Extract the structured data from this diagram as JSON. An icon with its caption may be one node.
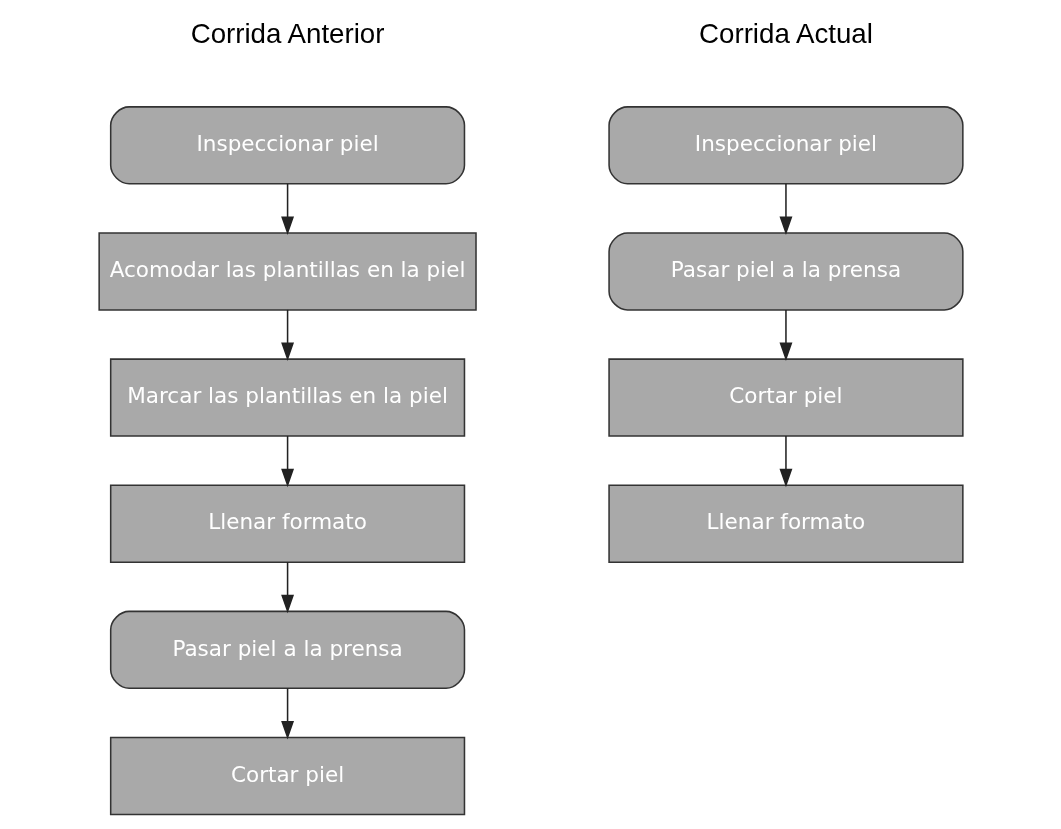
{
  "diagram": {
    "nodes": [
      {
        "text": [
          "Inspeccionar piel"
        ]
      },
      {
        "text": [
          "Acomodar las plantillas en la piel"
        ]
      },
      {
        "text": [
          "Marcar las plantillas en la piel"
        ]
      },
      {
        "text": [
          "Llenar formato"
        ]
      },
      {
        "text": [
          "Pasar piel a la prensa"
        ]
      },
      {
        "text": [
          "Cortar piel"
        ]
      },
      {
        "text": [
          "Inspeccionar piel"
        ]
      },
      {
        "text": [
          "Pasar piel a la prensa"
        ]
      },
      {
        "text": [
          "Cortar piel"
        ]
      },
      {
        "text": [
          "Llenar formato"
        ]
      }
    ],
    "edges": [
      {
        "from": 0,
        "to": 1,
        "arrow": "to"
      },
      {
        "from": 1,
        "to": 2,
        "arrow": "to"
      },
      {
        "from": 2,
        "to": 3,
        "arrow": "to"
      },
      {
        "from": 3,
        "to": 4,
        "arrow": "to"
      },
      {
        "from": 4,
        "to": 5,
        "arrow": "to"
      },
      {
        "from": 6,
        "to": 7,
        "arrow": "to"
      },
      {
        "from": 7,
        "to": 8,
        "arrow": "to"
      },
      {
        "from": 8,
        "to": 9,
        "arrow": "to"
      }
    ],
    "labels": [
      "Corrida Anterior",
      "Corrida Actual"
    ]
  }
}
